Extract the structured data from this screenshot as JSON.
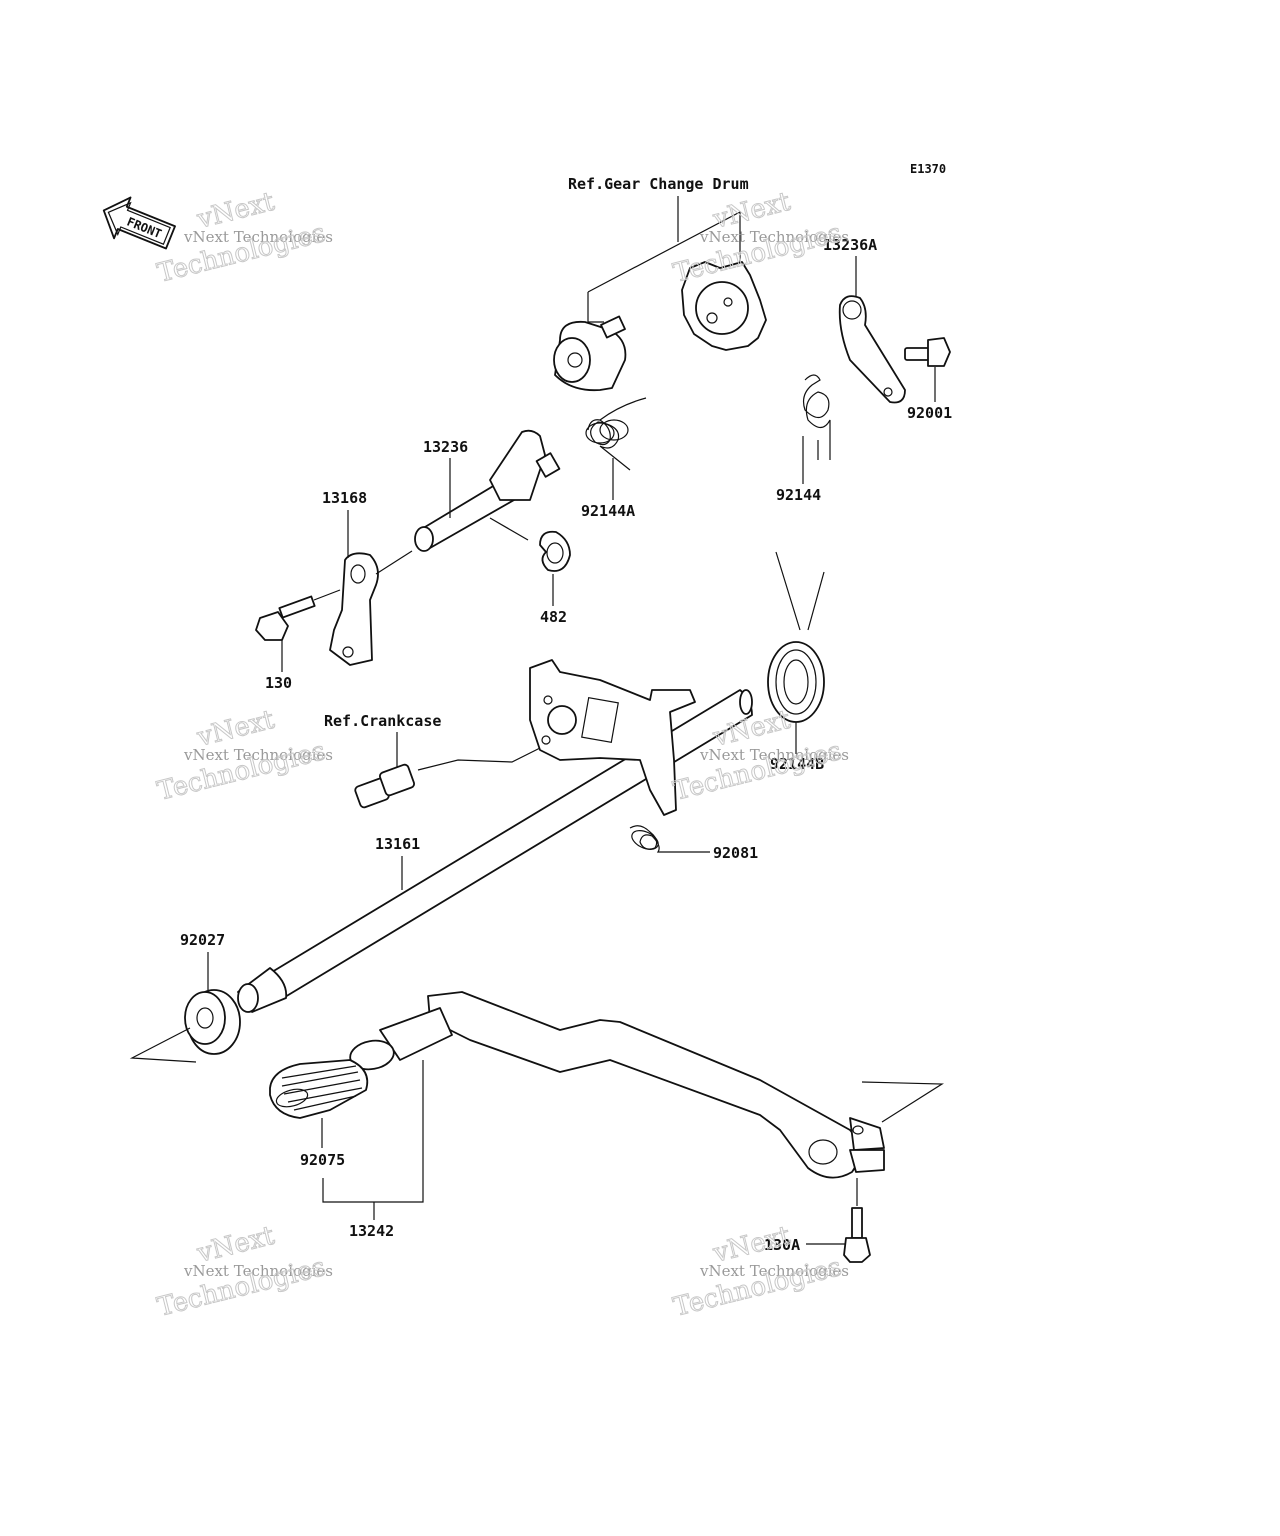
{
  "diagram_code": "E1370",
  "front_badge": "FRONT",
  "refs": {
    "gear_change_drum": "Ref.Gear Change Drum",
    "crankcase": "Ref.Crankcase"
  },
  "parts": {
    "p13236A": "13236A",
    "p92001": "92001",
    "p92144": "92144",
    "p92144A": "92144A",
    "p13236": "13236",
    "p13168": "13168",
    "p482": "482",
    "p130": "130",
    "p92144B": "92144B",
    "p92081": "92081",
    "p13161": "13161",
    "p92027": "92027",
    "p92075": "92075",
    "p13242": "13242",
    "p130A": "130A"
  },
  "watermark": {
    "line1": "vNext",
    "line2": "vNext Technologies",
    "line3": "Technologies"
  }
}
